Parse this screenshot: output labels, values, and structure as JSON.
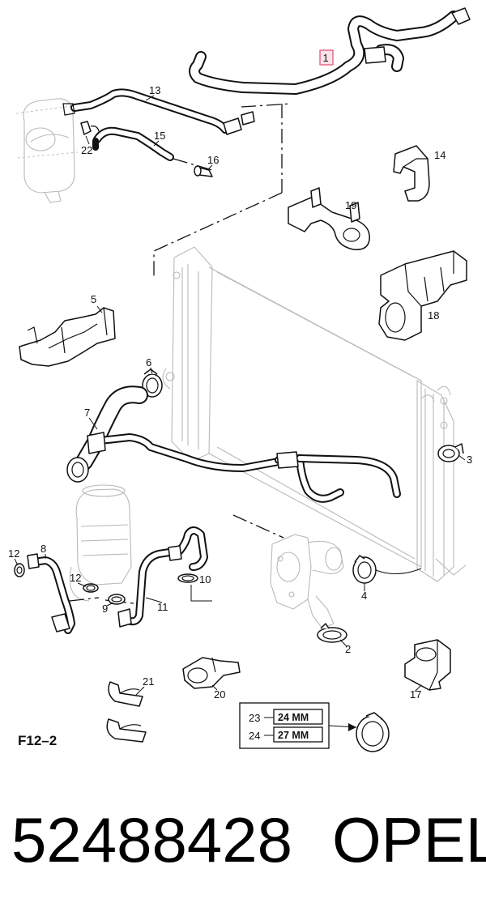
{
  "diagram": {
    "figure_code": "F12–2",
    "callouts": {
      "c1": "1",
      "c2": "2",
      "c3": "3",
      "c4": "4",
      "c5": "5",
      "c6": "6",
      "c7": "7",
      "c8": "8",
      "c9": "9",
      "c10": "10",
      "c11": "11",
      "c12a": "12",
      "c12b": "12",
      "c13": "13",
      "c14": "14",
      "c15": "15",
      "c16": "16",
      "c17": "17",
      "c18": "18",
      "c19": "19",
      "c20": "20",
      "c21": "21",
      "c22": "22",
      "c23": "23",
      "c24": "24"
    },
    "legend": {
      "rows": [
        {
          "ref": "23",
          "size": "24 MM"
        },
        {
          "ref": "24",
          "size": "27 MM"
        }
      ]
    },
    "colors": {
      "line": "#111111",
      "ghost": "#b9b9b9",
      "highlight": "#e05a7a",
      "highlight_fill": "#fbe3ea"
    }
  },
  "footer": {
    "part_number": "52488428",
    "brand": "OPEL"
  }
}
